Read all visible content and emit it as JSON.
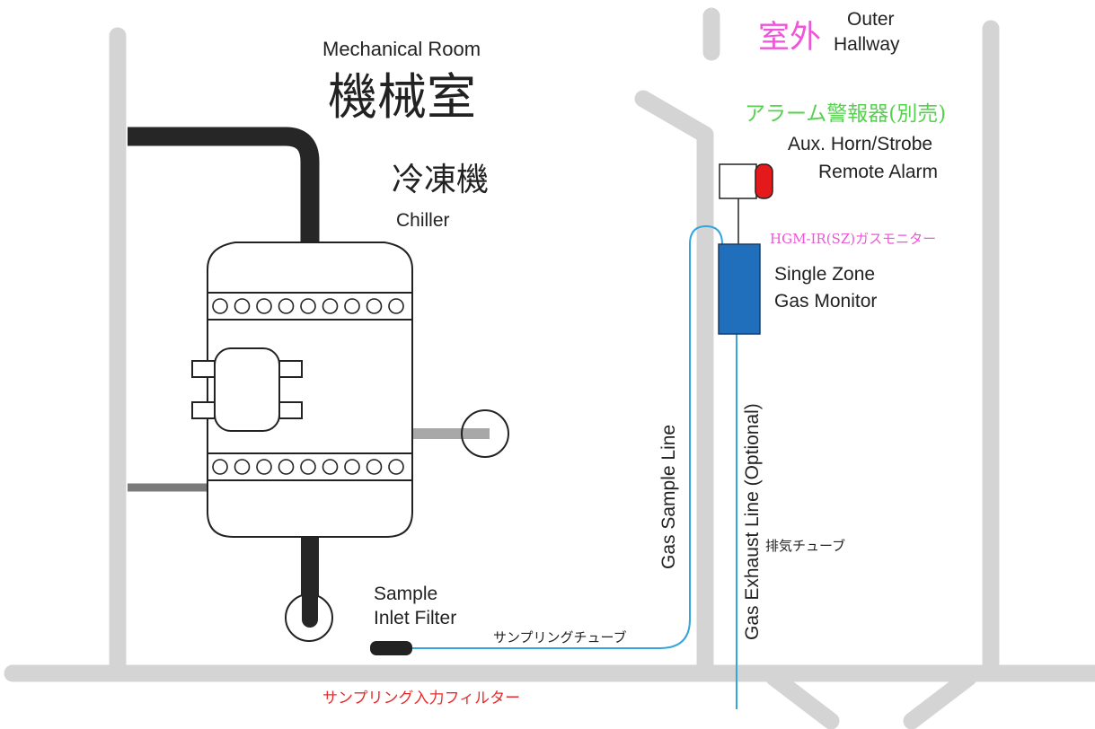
{
  "rooms": {
    "mechanical_room_en": "Mechanical Room",
    "mechanical_room_jp": "機械室",
    "outer_jp": "室外",
    "outer_en_line1": "Outer",
    "outer_en_line2": "Hallway"
  },
  "chiller": {
    "label_jp": "冷凍機",
    "label_en": "Chiller"
  },
  "alarm": {
    "label_jp": "アラーム警報器(別売)",
    "label_en_line1": "Aux. Horn/Strobe",
    "label_en_line2": "Remote Alarm"
  },
  "monitor": {
    "label_jp": "HGM-IR(SZ)ガスモニター",
    "label_en_line1": "Single Zone",
    "label_en_line2": "Gas Monitor"
  },
  "lines": {
    "sample_line_en": "Gas Sample Line",
    "exhaust_line_en": "Gas Exhaust Line (Optional)",
    "exhaust_tube_jp": "排気チューブ",
    "sampling_tube_jp": "サンプリングチューブ"
  },
  "filter": {
    "label_en_line1": "Sample",
    "label_en_line2": "Inlet Filter",
    "label_jp": "サンプリング入力フィルター"
  },
  "colors": {
    "wall": "#d4d4d4",
    "pipe_dark": "#262626",
    "pipe_gray": "#7a7a7a",
    "pipe_light": "#a8a8a8",
    "tube_blue": "#34a6db",
    "monitor_blue": "#1f6fbd",
    "alarm_red": "#e3191b",
    "label_pink": "#ee55d8",
    "label_green": "#55d24d",
    "label_red": "#ea2b2b"
  }
}
